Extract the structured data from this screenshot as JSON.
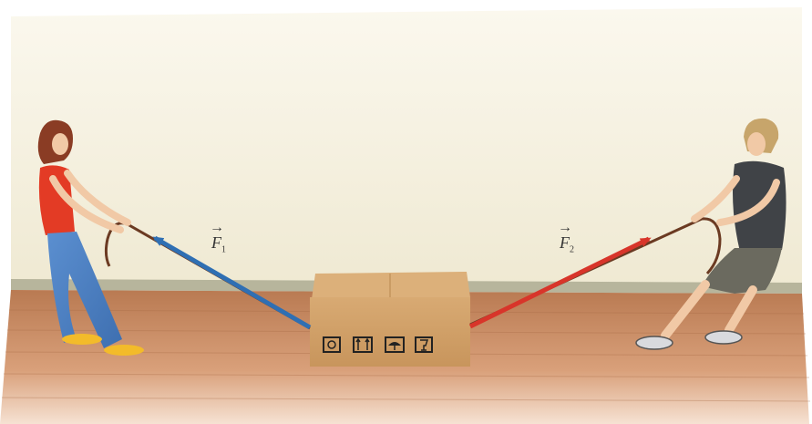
{
  "scene": {
    "description_icons": [
      "recycle-icon",
      "this-side-up-icon",
      "umbrella-icon",
      "fragile-icon"
    ]
  },
  "forces": {
    "f1": {
      "symbol": "F",
      "subscript": "1",
      "arrow_glyph": "→"
    },
    "f2": {
      "symbol": "F",
      "subscript": "2",
      "arrow_glyph": "→"
    }
  },
  "colors": {
    "wall": "#f7f4e6",
    "floor": "#c8875e",
    "baseboard": "#b7b59c",
    "box": "#d3a46d",
    "vector_f1": "#2f6fb3",
    "vector_f2": "#d8352a",
    "rope": "#6b3a22"
  }
}
